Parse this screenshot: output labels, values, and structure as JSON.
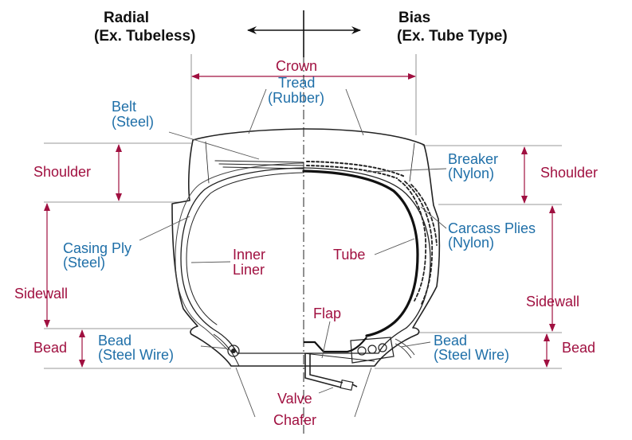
{
  "colors": {
    "dimension": "#a01040",
    "component": "#1f6fa8",
    "outline": "#222222",
    "header": "#111111"
  },
  "header": {
    "radial_title": "Radial",
    "radial_subtitle": "(Ex. Tubeless)",
    "bias_title": "Bias",
    "bias_subtitle": "(Ex. Tube Type)"
  },
  "dimensions": {
    "crown": "Crown",
    "shoulder_left": "Shoulder",
    "shoulder_right": "Shoulder",
    "sidewall_left": "Sidewall",
    "sidewall_right": "Sidewall",
    "bead_left": "Bead",
    "bead_right": "Bead",
    "flap": "Flap",
    "valve": "Valve",
    "chafer": "Chafer",
    "inner_liner_1": "Inner",
    "inner_liner_2": "Liner",
    "tube": "Tube"
  },
  "components": {
    "tread_1": "Tread",
    "tread_2": "(Rubber)",
    "belt_1": "Belt",
    "belt_2": "(Steel)",
    "casing_1": "Casing Ply",
    "casing_2": "(Steel)",
    "bead_l_1": "Bead",
    "bead_l_2": "(Steel Wire)",
    "breaker_1": "Breaker",
    "breaker_2": "(Nylon)",
    "carcass_1": "Carcass Plies",
    "carcass_2": "(Nylon)",
    "bead_r_1": "Bead",
    "bead_r_2": "(Steel Wire)"
  }
}
